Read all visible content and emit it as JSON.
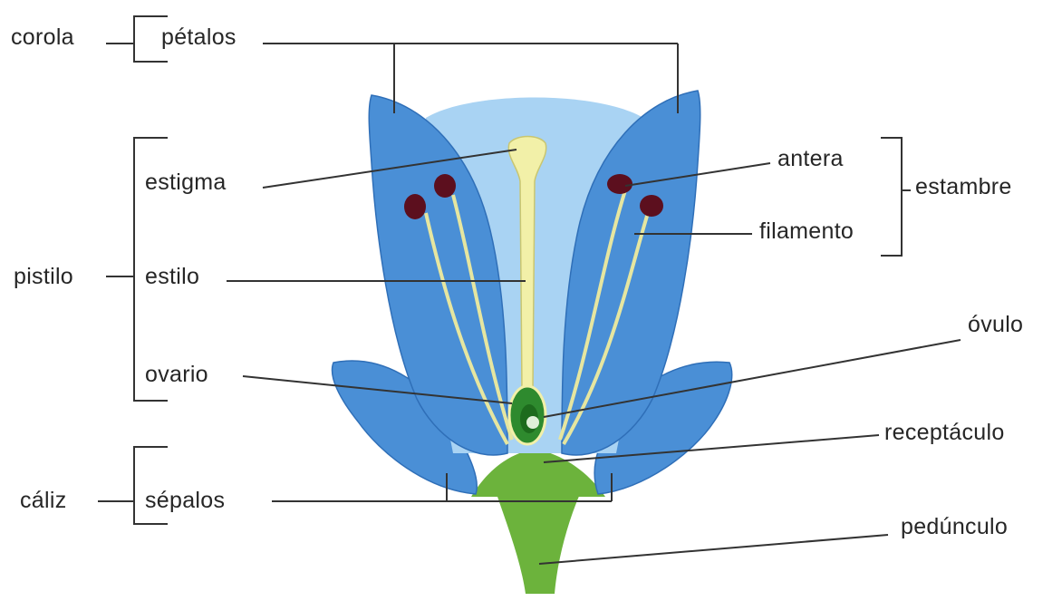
{
  "labels": {
    "corola": "corola",
    "petalos": "pétalos",
    "estigma": "estigma",
    "pistilo": "pistilo",
    "estilo": "estilo",
    "ovario": "ovario",
    "caliz": "cáliz",
    "sepalos": "sépalos",
    "antera": "antera",
    "estambre": "estambre",
    "filamento": "filamento",
    "ovulo": "óvulo",
    "receptaculo": "receptáculo",
    "peduncolo": "pedúnculo"
  },
  "colors": {
    "petal": "#4a8fd6",
    "petal_dark": "#2f6fb8",
    "inner_petal": "#a9d3f3",
    "pistil": "#f2f0a8",
    "ovary": "#2e8a2e",
    "stem": "#6cb33c",
    "anther": "#5c0f1e",
    "line": "#333333"
  }
}
